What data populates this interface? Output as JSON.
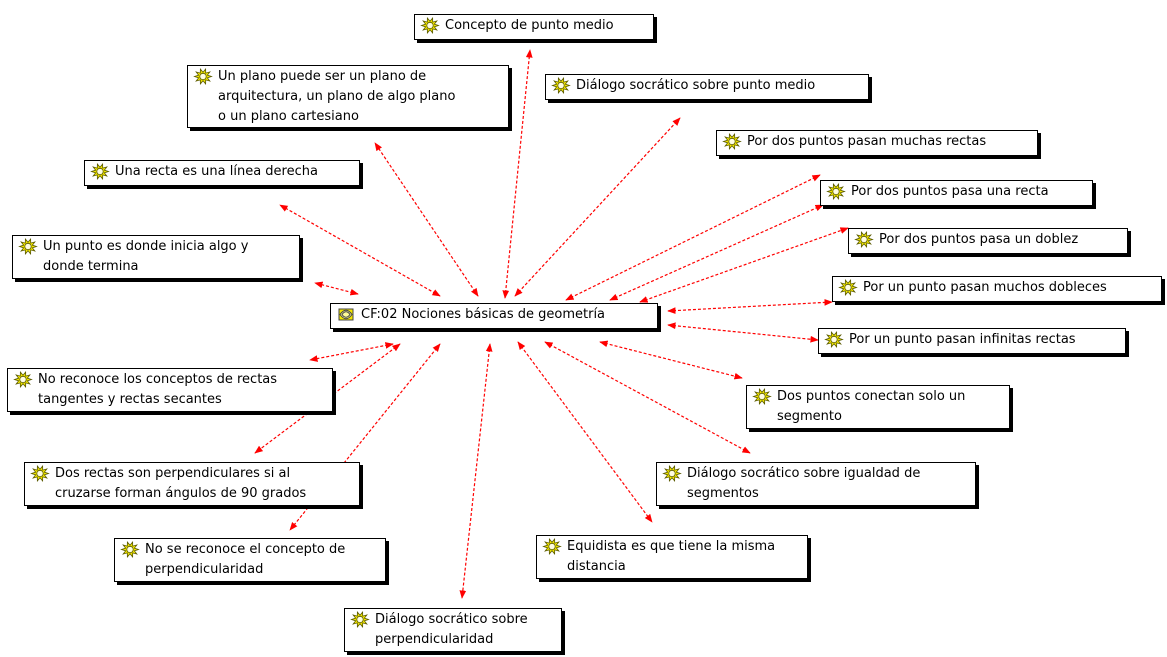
{
  "colors": {
    "link": "#ff0000",
    "icon_fill": "#f2e600",
    "icon_stroke": "#5a5a00",
    "center_icon_fill": "#f5e800"
  },
  "center": {
    "label": "CF:02 Nociones básicas de geometría",
    "icon": "code-family-icon"
  },
  "nodes": [
    {
      "id": "n1",
      "icon": "quotation-icon",
      "lines": [
        "Concepto de punto medio"
      ]
    },
    {
      "id": "n2",
      "icon": "quotation-icon",
      "lines": [
        "Un plano puede ser un plano de",
        "arquitectura, un plano de algo plano",
        "o un plano cartesiano"
      ]
    },
    {
      "id": "n3",
      "icon": "quotation-icon",
      "lines": [
        "Diálogo socrático sobre punto medio"
      ]
    },
    {
      "id": "n4",
      "icon": "quotation-icon",
      "lines": [
        "Por dos puntos pasan muchas rectas"
      ]
    },
    {
      "id": "n5",
      "icon": "quotation-icon",
      "lines": [
        "Una recta es una línea derecha"
      ]
    },
    {
      "id": "n6",
      "icon": "quotation-icon",
      "lines": [
        "Por dos puntos pasa una recta"
      ]
    },
    {
      "id": "n7",
      "icon": "quotation-icon",
      "lines": [
        "Un punto es donde inicia algo y",
        "donde termina"
      ]
    },
    {
      "id": "n8",
      "icon": "quotation-icon",
      "lines": [
        "Por dos puntos pasa un doblez"
      ]
    },
    {
      "id": "n9",
      "icon": "quotation-icon",
      "lines": [
        "Por un punto pasan muchos dobleces"
      ]
    },
    {
      "id": "n10",
      "icon": "quotation-icon",
      "lines": [
        "Por un punto pasan infinitas rectas"
      ]
    },
    {
      "id": "n11",
      "icon": "quotation-icon",
      "lines": [
        "No reconoce los conceptos de rectas",
        "tangentes y rectas secantes"
      ]
    },
    {
      "id": "n12",
      "icon": "quotation-icon",
      "lines": [
        "Dos puntos conectan solo un",
        "segmento"
      ]
    },
    {
      "id": "n13",
      "icon": "quotation-icon",
      "lines": [
        "Dos rectas son perpendiculares si al",
        "cruzarse forman ángulos de 90 grados"
      ]
    },
    {
      "id": "n14",
      "icon": "quotation-icon",
      "lines": [
        "Diálogo socrático sobre igualdad de",
        "segmentos"
      ]
    },
    {
      "id": "n15",
      "icon": "quotation-icon",
      "lines": [
        "No se reconoce el concepto de",
        "perpendicularidad"
      ]
    },
    {
      "id": "n16",
      "icon": "quotation-icon",
      "lines": [
        "Equidista es que tiene la misma",
        "distancia"
      ]
    },
    {
      "id": "n17",
      "icon": "quotation-icon",
      "lines": [
        "Diálogo socrático sobre",
        "perpendicularidad"
      ]
    }
  ]
}
